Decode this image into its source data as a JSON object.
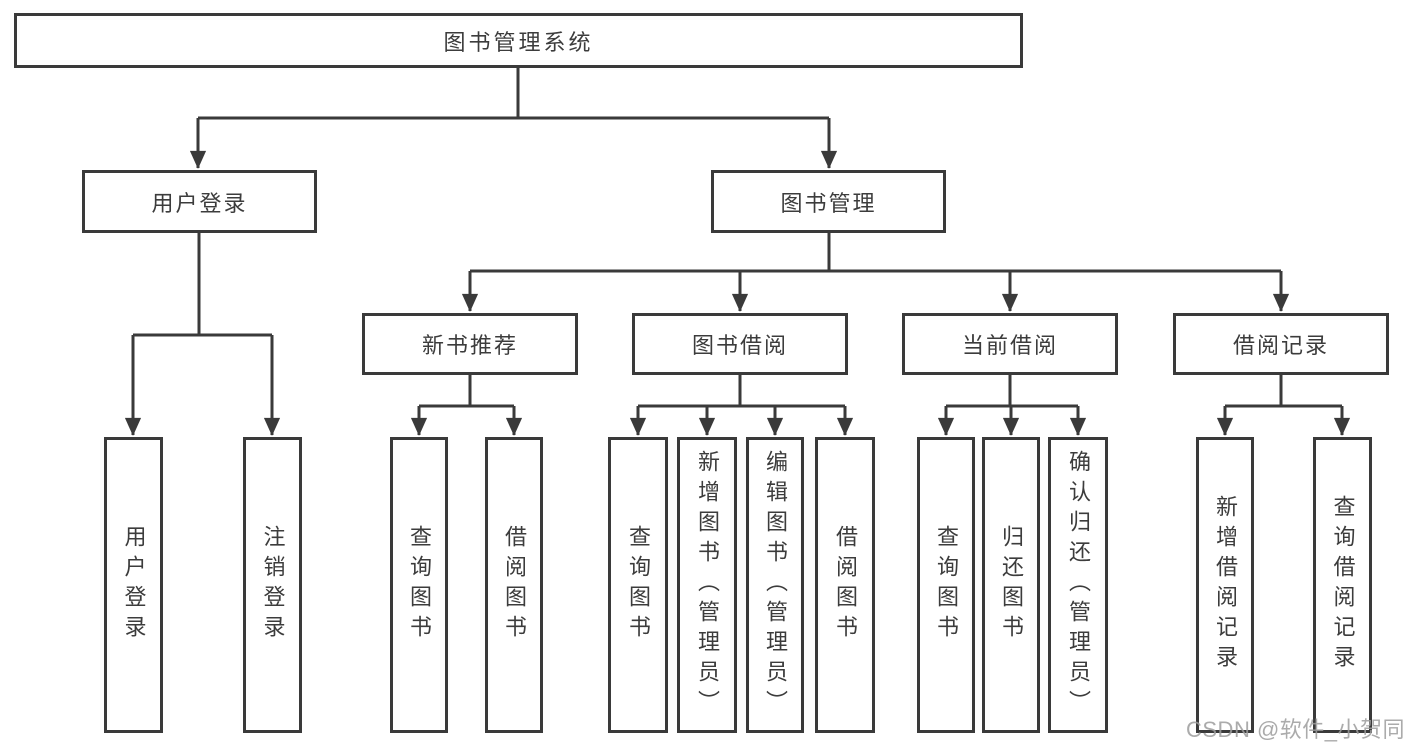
{
  "tree": {
    "label": "图书管理系统",
    "children": [
      {
        "label": "用户登录",
        "children": [
          {
            "label": "用户登录"
          },
          {
            "label": "注销登录"
          }
        ]
      },
      {
        "label": "图书管理",
        "children": [
          {
            "label": "新书推荐",
            "children": [
              {
                "label": "查询图书"
              },
              {
                "label": "借阅图书"
              }
            ]
          },
          {
            "label": "图书借阅",
            "children": [
              {
                "label": "查询图书"
              },
              {
                "label": "新增图书（管理员）"
              },
              {
                "label": "编辑图书（管理员）"
              },
              {
                "label": "借阅图书"
              }
            ]
          },
          {
            "label": "当前借阅",
            "children": [
              {
                "label": "查询图书"
              },
              {
                "label": "归还图书"
              },
              {
                "label": "确认归还（管理员）"
              }
            ]
          },
          {
            "label": "借阅记录",
            "children": [
              {
                "label": "新增借阅记录"
              },
              {
                "label": "查询借阅记录"
              }
            ]
          }
        ]
      }
    ]
  },
  "watermark": {
    "text": "CSDN @软件_小贺同学"
  },
  "colors": {
    "line": "#3a3a3a",
    "text": "#3c3c3c",
    "watermark": "#9d9d9d",
    "background": "#ffffff"
  }
}
